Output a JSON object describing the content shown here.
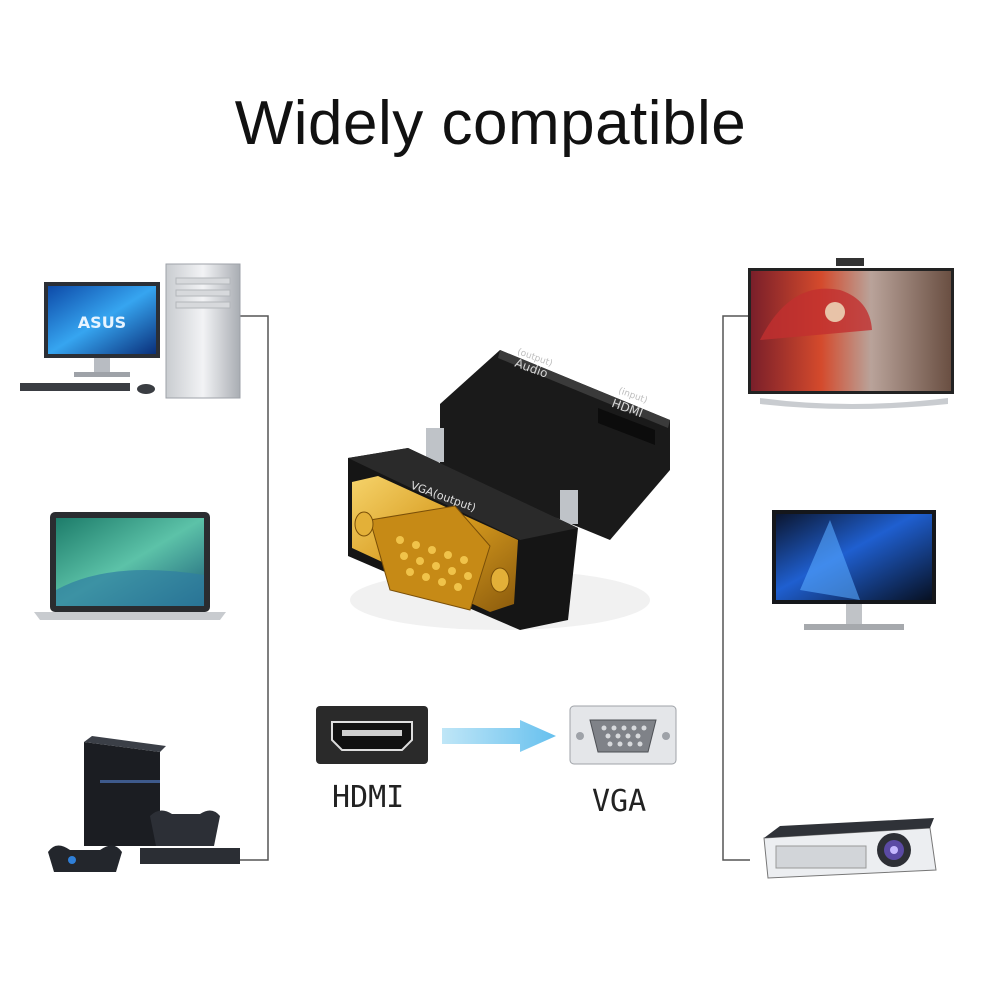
{
  "header": {
    "title": "Widely compatible"
  },
  "adapter": {
    "audio_port": "Audio",
    "audio_port_sub": "(output)",
    "hdmi_port": "HDMI",
    "hdmi_port_sub": "(input)",
    "vga_port": "VGA(output)"
  },
  "brands": {
    "monitor_logo": "ASUS"
  },
  "conversion": {
    "from_label": "HDMI",
    "to_label": "VGA"
  },
  "colors": {
    "accent_arrow": "#8fd0f0",
    "adapter_body": "#141414",
    "gold": "#d9a520",
    "line": "#555555"
  }
}
